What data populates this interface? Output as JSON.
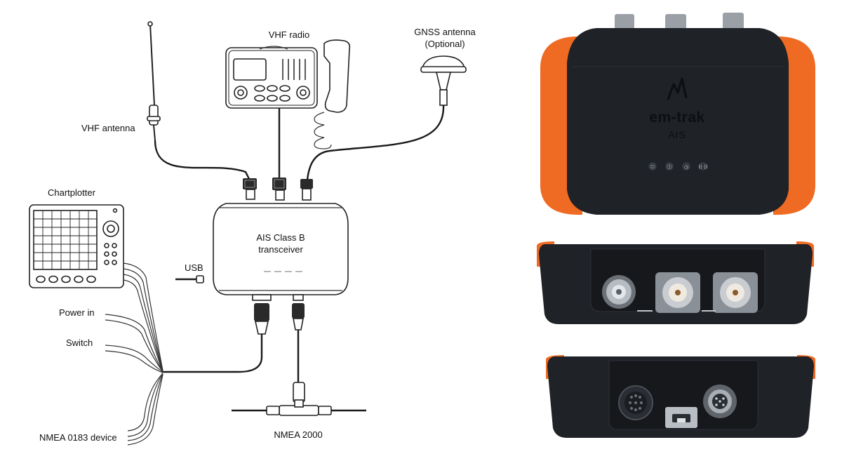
{
  "diagram": {
    "labels": {
      "vhf_radio": "VHF radio",
      "gnss_antenna_line1": "GNSS antenna",
      "gnss_antenna_line2": "(Optional)",
      "vhf_antenna": "VHF antenna",
      "chartplotter": "Chartplotter",
      "transceiver_line1": "AIS Class B",
      "transceiver_line2": "transceiver",
      "usb": "USB",
      "power_in": "Power in",
      "switch": "Switch",
      "nmea_0183": "NMEA 0183 device",
      "nmea_2000": "NMEA 2000"
    }
  },
  "device": {
    "brand": "em-trak",
    "model": "AIS",
    "led_icons": [
      "power-icon",
      "status-icon",
      "clock-icon",
      "transmit-icon"
    ],
    "led_glyphs": [
      "⏻",
      "⓵",
      "◷",
      "((·))"
    ],
    "colors": {
      "body": "#1f2227",
      "accent": "#ef6a22"
    }
  }
}
